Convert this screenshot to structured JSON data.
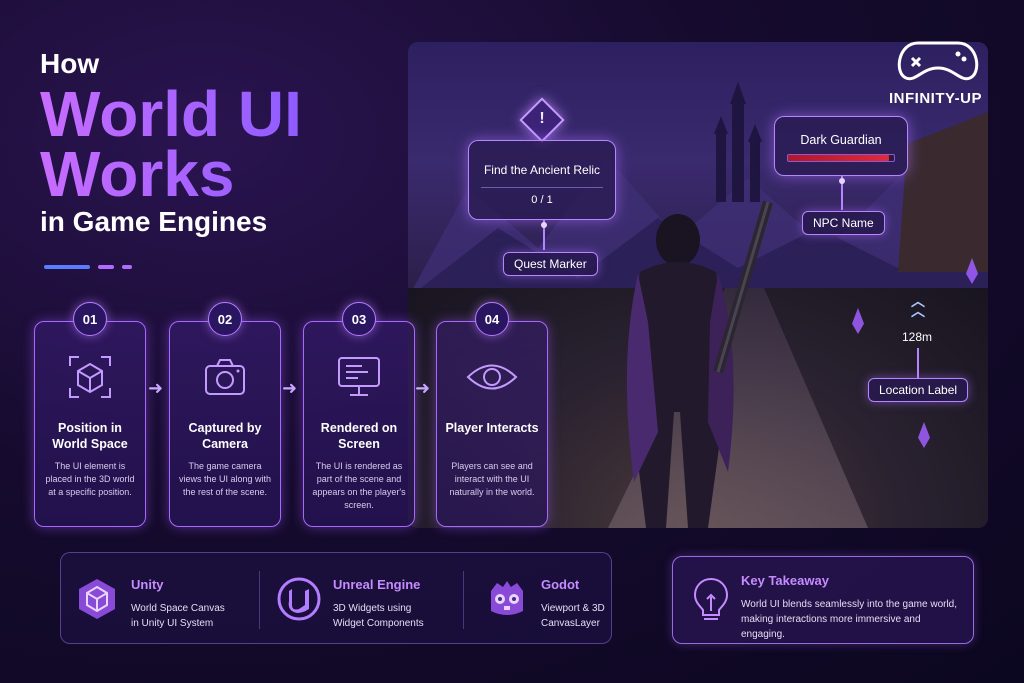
{
  "header": {
    "line1": "How",
    "line2": "World UI",
    "line3": "Works",
    "line4": "in Game Engines"
  },
  "logo": {
    "name": "INFINITY-UP"
  },
  "scene": {
    "quest_panel": {
      "title": "Find the Ancient Relic",
      "progress": "0 / 1",
      "icon": "exclamation-icon"
    },
    "quest_tag": "Quest Marker",
    "npc_panel": {
      "title": "Dark Guardian",
      "health_fraction": 0.95
    },
    "npc_tag": "NPC Name",
    "distance": "128m",
    "location_tag": "Location Label"
  },
  "steps": [
    {
      "number": "01",
      "title": "Position in World Space",
      "desc": "The UI element is placed in the 3D world at a specific position.",
      "icon": "cube-icon"
    },
    {
      "number": "02",
      "title": "Captured by Camera",
      "desc": "The game camera views the UI along with the rest of the scene.",
      "icon": "camera-icon"
    },
    {
      "number": "03",
      "title": "Rendered on Screen",
      "desc": "The UI is rendered as part of the scene and appears on the player's screen.",
      "icon": "monitor-icon"
    },
    {
      "number": "04",
      "title": "Player Interacts",
      "desc": "Players can see and interact with the UI naturally in the world.",
      "icon": "eye-icon"
    }
  ],
  "engines": [
    {
      "name": "Unity",
      "desc1": "World Space Canvas",
      "desc2": "in Unity UI System",
      "icon": "unity-icon"
    },
    {
      "name": "Unreal Engine",
      "desc1": "3D Widgets using",
      "desc2": "Widget Components",
      "icon": "unreal-icon"
    },
    {
      "name": "Godot",
      "desc1": "Viewport & 3D",
      "desc2": "CanvasLayer",
      "icon": "godot-icon"
    }
  ],
  "takeaway": {
    "title": "Key Takeaway",
    "desc": "World UI blends seamlessly into the game world, making interactions more immersive and engaging.",
    "icon": "lightbulb-icon"
  },
  "colors": {
    "accent": "#b785ff",
    "title_gradient_start": "#c86cff",
    "title_gradient_end": "#8f5cff",
    "health": "#e02a3c"
  }
}
